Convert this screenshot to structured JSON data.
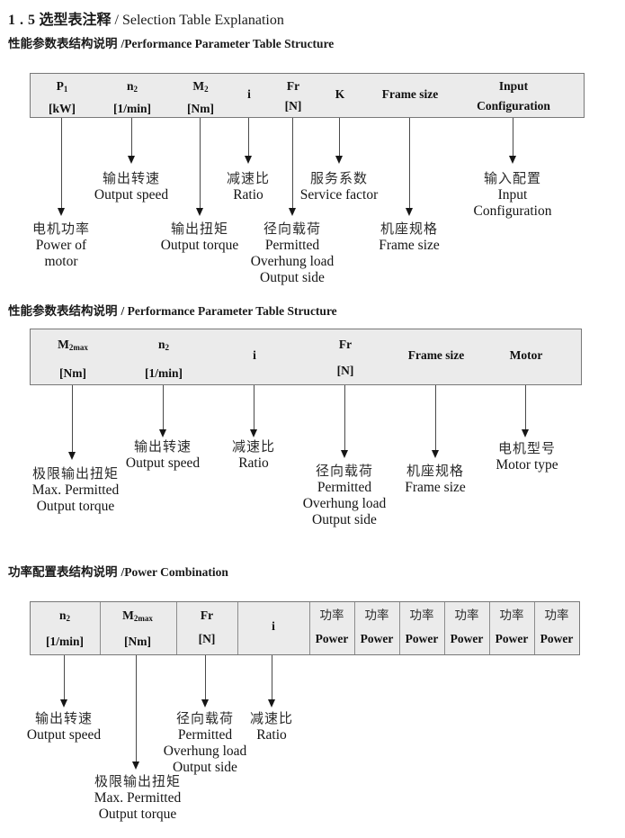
{
  "title": {
    "num": "1 . 5",
    "zh": "选型表注释",
    "en": "/ Selection Table Explanation"
  },
  "sections": [
    {
      "heading": {
        "zh": "性能参数表结构说明",
        "en": "/Performance Parameter Table Structure"
      },
      "columns": [
        {
          "top": "P",
          "sub": "1",
          "bottom": "[kW]"
        },
        {
          "top": "n",
          "sub": "2",
          "bottom": "[1/min]"
        },
        {
          "top": "M",
          "sub": "2",
          "bottom": "[Nm]"
        },
        {
          "top": "i"
        },
        {
          "top": "Fr",
          "bottom": "[N]"
        },
        {
          "top": "K"
        },
        {
          "top": "Frame size"
        },
        {
          "top": "Input",
          "bottom": "Configuration"
        }
      ],
      "callouts": [
        {
          "lines": [
            "输出转速",
            "Output speed"
          ]
        },
        {
          "lines": [
            "减速比",
            "Ratio"
          ]
        },
        {
          "lines": [
            "服务系数",
            "Service factor"
          ]
        },
        {
          "lines": [
            "输入配置",
            "Input",
            "Configuration"
          ]
        },
        {
          "lines": [
            "电机功率",
            "Power of",
            "motor"
          ]
        },
        {
          "lines": [
            "输出扭矩",
            "Output torque"
          ]
        },
        {
          "lines": [
            "径向载荷",
            "Permitted",
            "Overhung load",
            "Output side"
          ]
        },
        {
          "lines": [
            "机座规格",
            "Frame size"
          ]
        }
      ]
    },
    {
      "heading": {
        "zh": "性能参数表结构说明",
        "en": "/ Performance Parameter Table Structure"
      },
      "columns": [
        {
          "top": "M",
          "sub": "2max",
          "bottom": "[Nm]"
        },
        {
          "top": "n",
          "sub": "2",
          "bottom": "[1/min]"
        },
        {
          "top": "i"
        },
        {
          "top": "Fr",
          "bottom": "[N]"
        },
        {
          "top": "Frame size"
        },
        {
          "top": "Motor"
        }
      ],
      "callouts": [
        {
          "lines": [
            "输出转速",
            "Output speed"
          ]
        },
        {
          "lines": [
            "减速比",
            "Ratio"
          ]
        },
        {
          "lines": [
            "电机型号",
            "Motor type"
          ]
        },
        {
          "lines": [
            "极限输出扭矩",
            "Max. Permitted",
            "Output torque"
          ]
        },
        {
          "lines": [
            "径向载荷",
            "Permitted",
            "Overhung load",
            "Output side"
          ]
        },
        {
          "lines": [
            "机座规格",
            "Frame size"
          ]
        }
      ]
    },
    {
      "heading": {
        "zh": "功率配置表结构说明",
        "en": "/Power Combination"
      },
      "columns": [
        {
          "top": "n",
          "sub": "2",
          "bottom": "[1/min]"
        },
        {
          "top": "M",
          "sub": "2max",
          "bottom": "[Nm]"
        },
        {
          "top": "Fr",
          "bottom": "[N]"
        },
        {
          "top": "i"
        },
        {
          "top": "功率",
          "bottom": "Power"
        },
        {
          "top": "功率",
          "bottom": "Power"
        },
        {
          "top": "功率",
          "bottom": "Power"
        },
        {
          "top": "功率",
          "bottom": "Power"
        },
        {
          "top": "功率",
          "bottom": "Power"
        },
        {
          "top": "功率",
          "bottom": "Power"
        }
      ],
      "callouts": [
        {
          "lines": [
            "输出转速",
            "Output speed"
          ]
        },
        {
          "lines": [
            "径向载荷",
            "Permitted",
            "Overhung load",
            "Output side"
          ]
        },
        {
          "lines": [
            "减速比",
            "Ratio"
          ]
        },
        {
          "lines": [
            "极限输出扭矩",
            "Max. Permitted",
            "Output torque"
          ]
        }
      ]
    }
  ]
}
